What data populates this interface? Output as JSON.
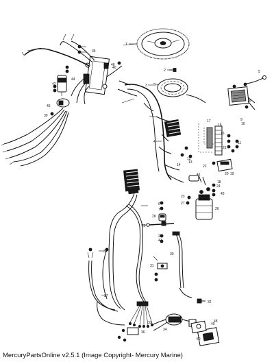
{
  "caption": "MercuryPartsOnline v2.5.1 (Image Copyright- Mercury Marine)",
  "callouts": [
    "1",
    "2",
    "3",
    "4",
    "5",
    "6",
    "7",
    "8",
    "9",
    "10",
    "11",
    "12",
    "13",
    "14",
    "15",
    "16",
    "17",
    "18",
    "19",
    "20",
    "21",
    "22",
    "23",
    "24",
    "25",
    "26",
    "27",
    "28",
    "29",
    "30",
    "31",
    "32",
    "33",
    "34",
    "35",
    "36",
    "37",
    "38",
    "39",
    "40",
    "41",
    "42",
    "43",
    "44",
    "45",
    "46",
    "47",
    "48",
    "49",
    "50"
  ],
  "colors": {
    "ink": "#111111",
    "paper": "#ffffff"
  }
}
